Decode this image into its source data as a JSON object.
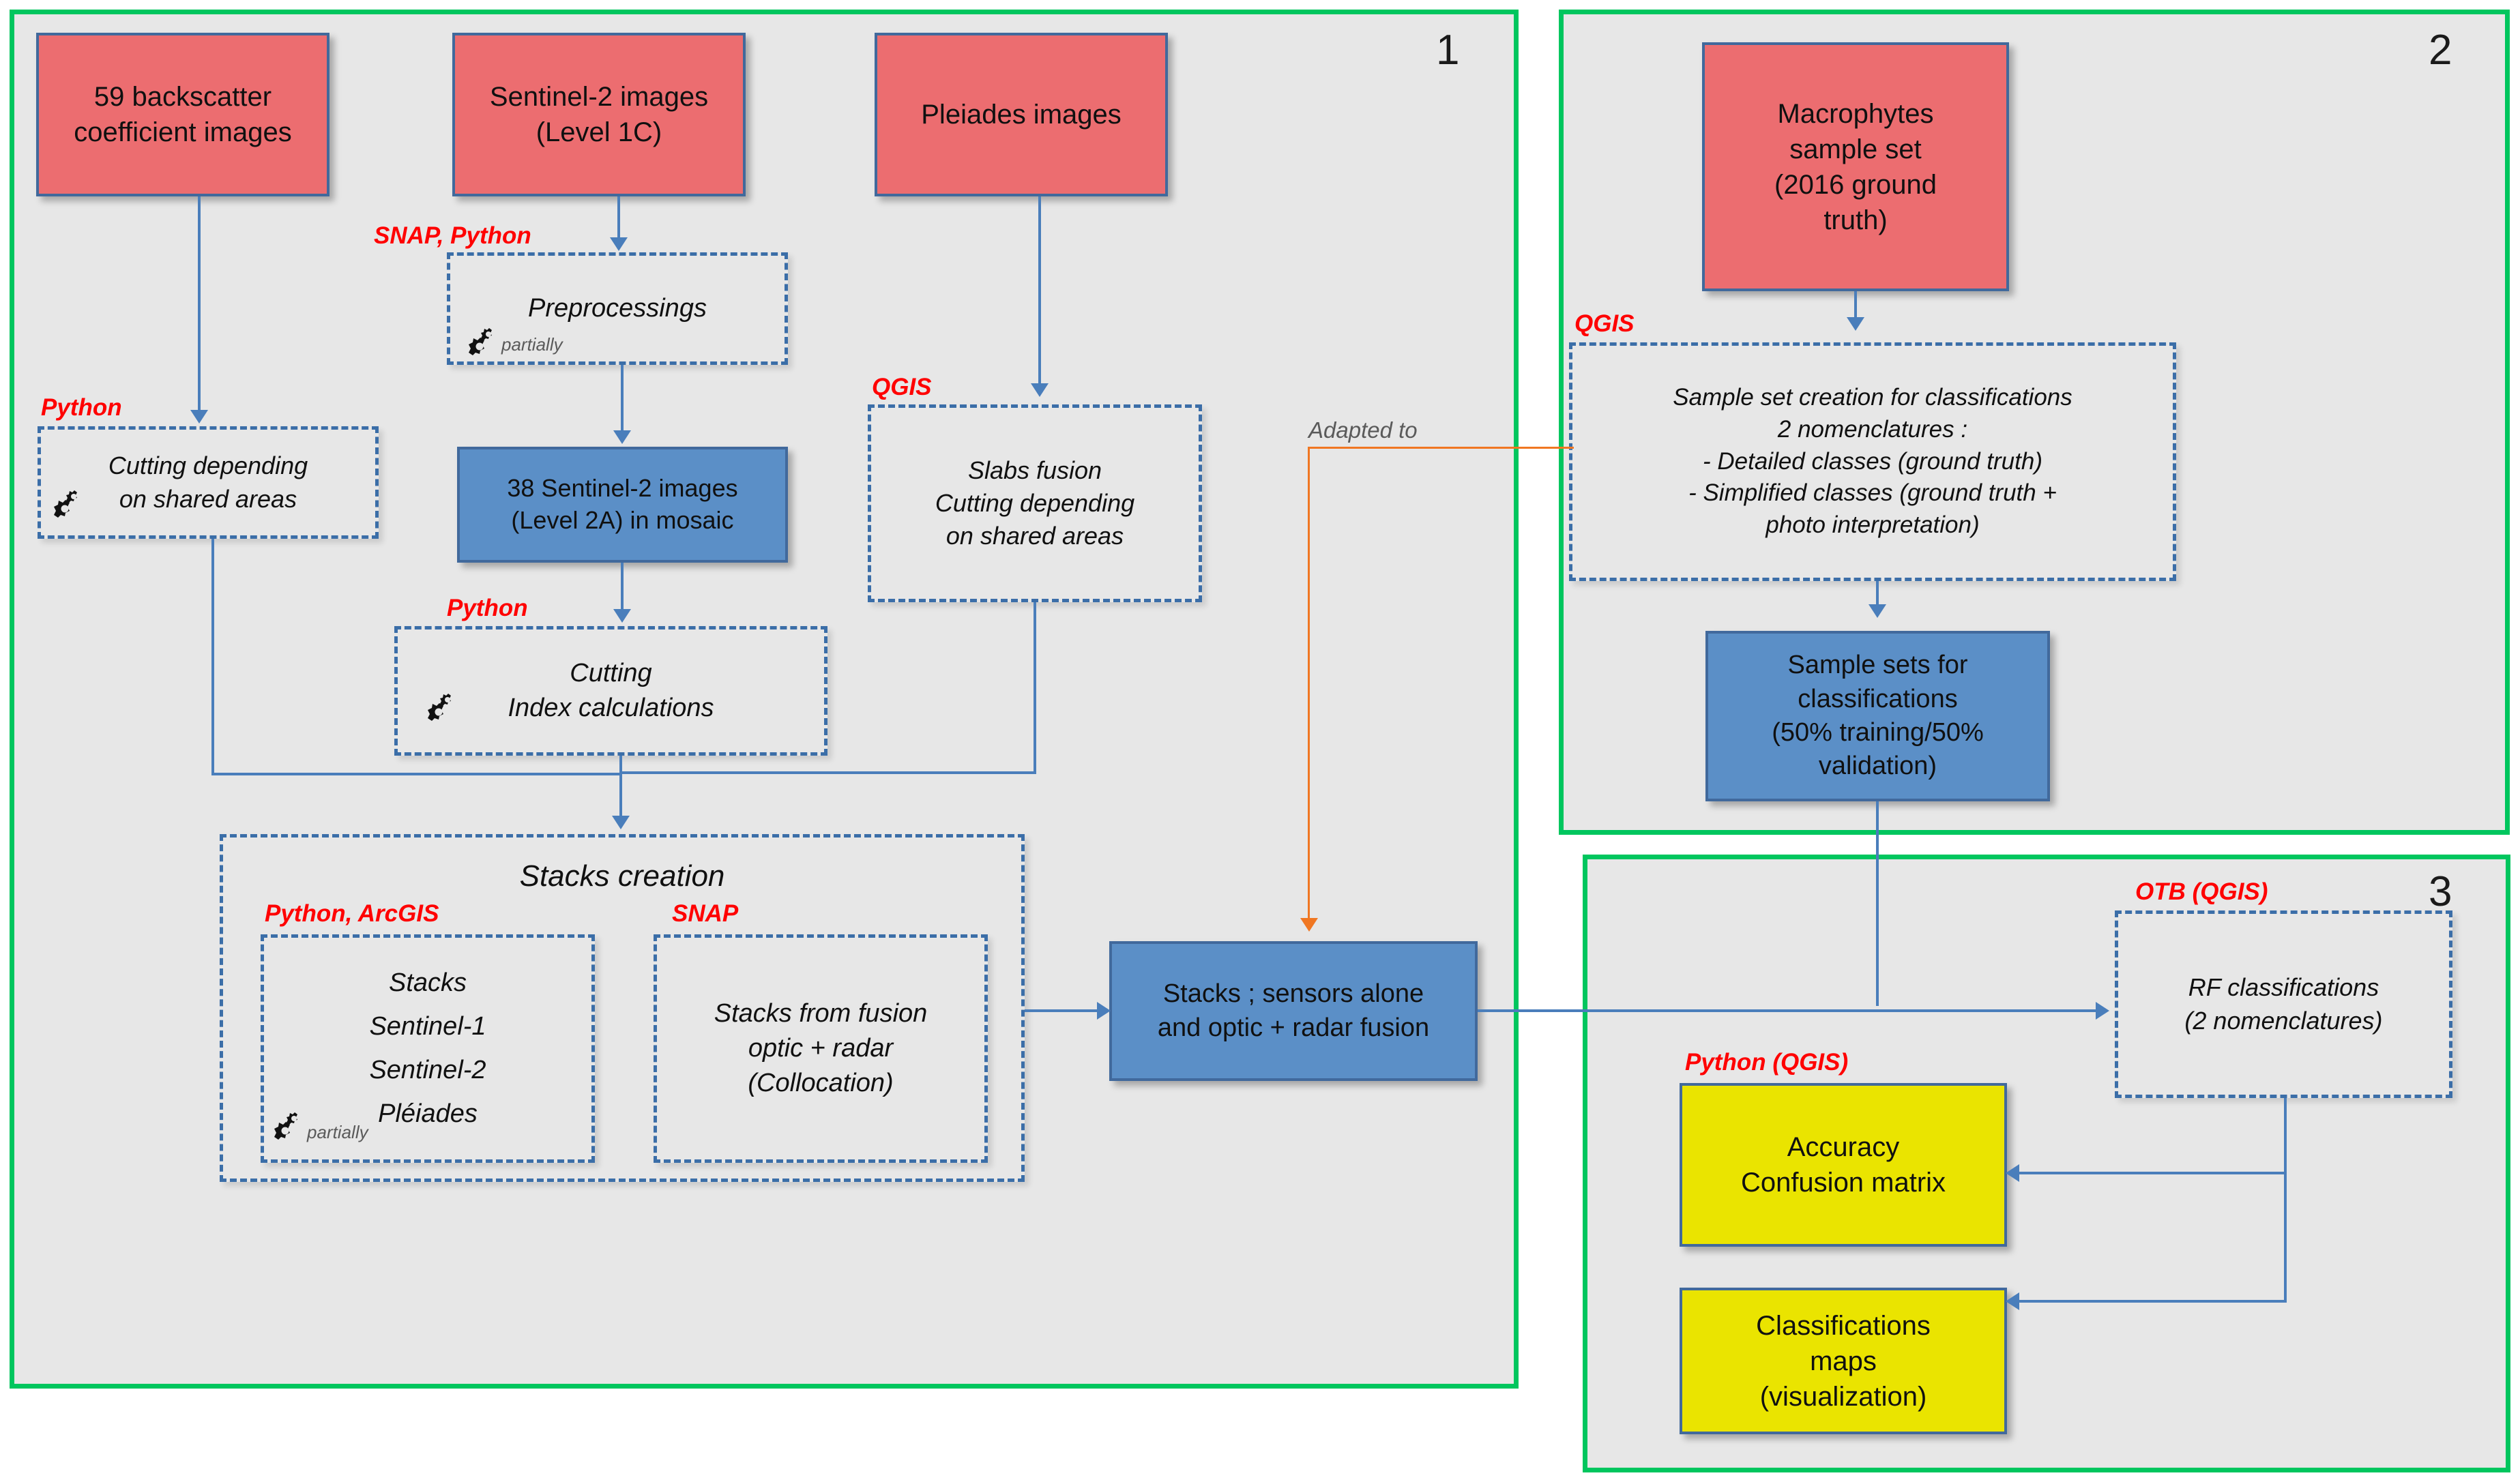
{
  "panels": [
    {
      "id": "panel-1",
      "number": "1"
    },
    {
      "id": "panel-2",
      "number": "2"
    },
    {
      "id": "panel-3",
      "number": "3"
    }
  ],
  "panel1": {
    "sources": {
      "backscatter": "59 backscatter\ncoefficient images",
      "sentinel2": "Sentinel-2 images\n(Level 1C)",
      "pleiades": "Pleiades images"
    },
    "tools": {
      "snap_python": "SNAP, Python",
      "python_left": "Python",
      "qgis_pleiades": "QGIS",
      "python_cutting": "Python",
      "python_arcgis": "Python, ArcGIS",
      "snap": "SNAP"
    },
    "processes": {
      "preprocessings": "Preprocessings",
      "preprocessings_note": "partially",
      "cutting_shared": "Cutting depending\non shared areas",
      "slabs_fusion": "Slabs fusion\nCutting depending\non shared areas",
      "cutting_index": "Cutting\nIndex calculations",
      "stacks_creation_title": "Stacks creation",
      "stacks_list": [
        "Stacks",
        "Sentinel-1",
        "Sentinel-2",
        "Pléiades"
      ],
      "stacks_list_note": "partially",
      "stacks_fusion": "Stacks from fusion\noptic + radar\n(Collocation)"
    },
    "results": {
      "s2_mosaic": "38 Sentinel-2 images\n(Level 2A) in mosaic"
    }
  },
  "panel2": {
    "sources": {
      "macrophytes": "Macrophytes\nsample set\n(2016 ground\ntruth)"
    },
    "tools": {
      "qgis": "QGIS"
    },
    "processes": {
      "sample_set_creation": "Sample set creation for classifications\n2 nomenclatures :\n- Detailed classes (ground truth)\n- Simplified classes (ground truth +\nphoto interpretation)"
    },
    "results": {
      "sample_sets": "Sample sets for\nclassifications\n(50% training/50%\nvalidation)"
    }
  },
  "panel3": {
    "tools": {
      "otb_qgis": "OTB (QGIS)",
      "python_qgis": "Python (QGIS)"
    },
    "processes": {
      "rf_classifications": "RF classifications\n(2 nomenclatures)"
    },
    "results": {
      "accuracy": "Accuracy\nConfusion matrix",
      "classification_maps": "Classifications\nmaps\n(visualization)"
    }
  },
  "center": {
    "stacks_sensors": "Stacks ; sensors alone\nand optic + radar fusion",
    "adapted_to_label": "Adapted to"
  },
  "colors": {
    "panel_border": "#00c65e",
    "panel_fill": "#e7e7e7",
    "source_box": "#ec6d70",
    "result_box": "#5b8fc7",
    "output_box": "#eae400",
    "box_border": "#41699c",
    "dashed_border": "#3b6ea8",
    "connector": "#4a7ebb",
    "connector_alt": "#f07722",
    "tool_text": "#ff0000",
    "note_text": "#5a5a5a"
  }
}
